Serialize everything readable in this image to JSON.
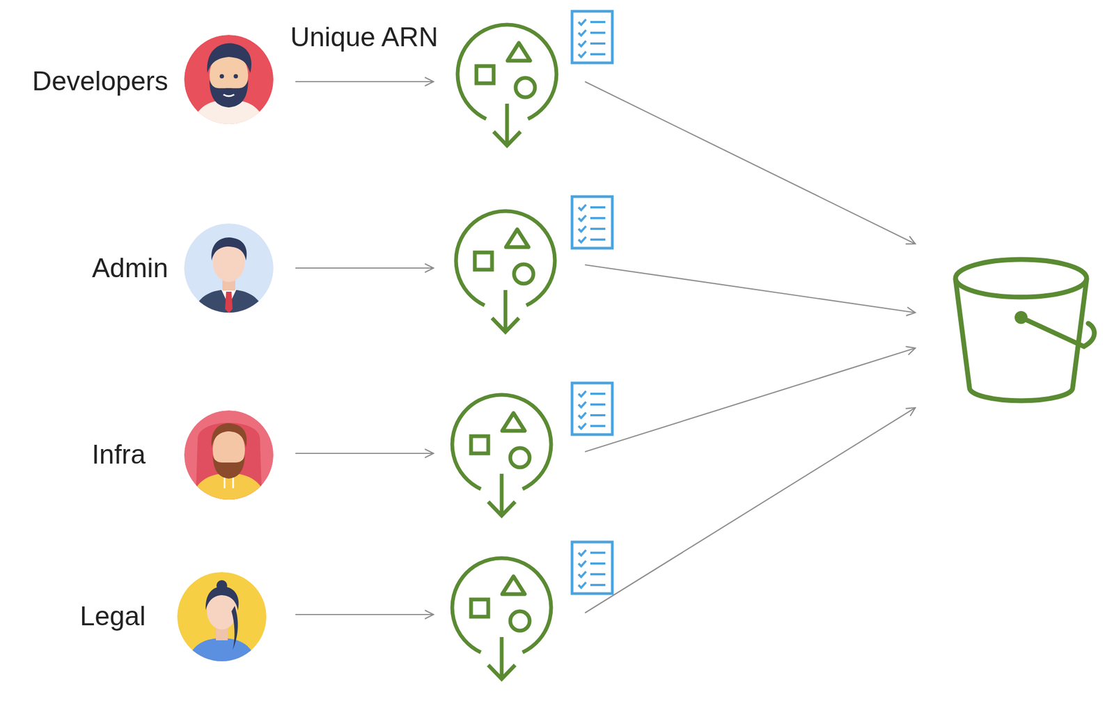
{
  "diagram": {
    "nodes": [
      {
        "text": [
          "Developers"
        ]
      },
      {
        "text": [
          "Admin"
        ]
      },
      {
        "text": [
          "Infra"
        ]
      },
      {
        "text": [
          "Legal"
        ]
      }
    ],
    "labels": [
      "Unique ARN"
    ]
  }
}
